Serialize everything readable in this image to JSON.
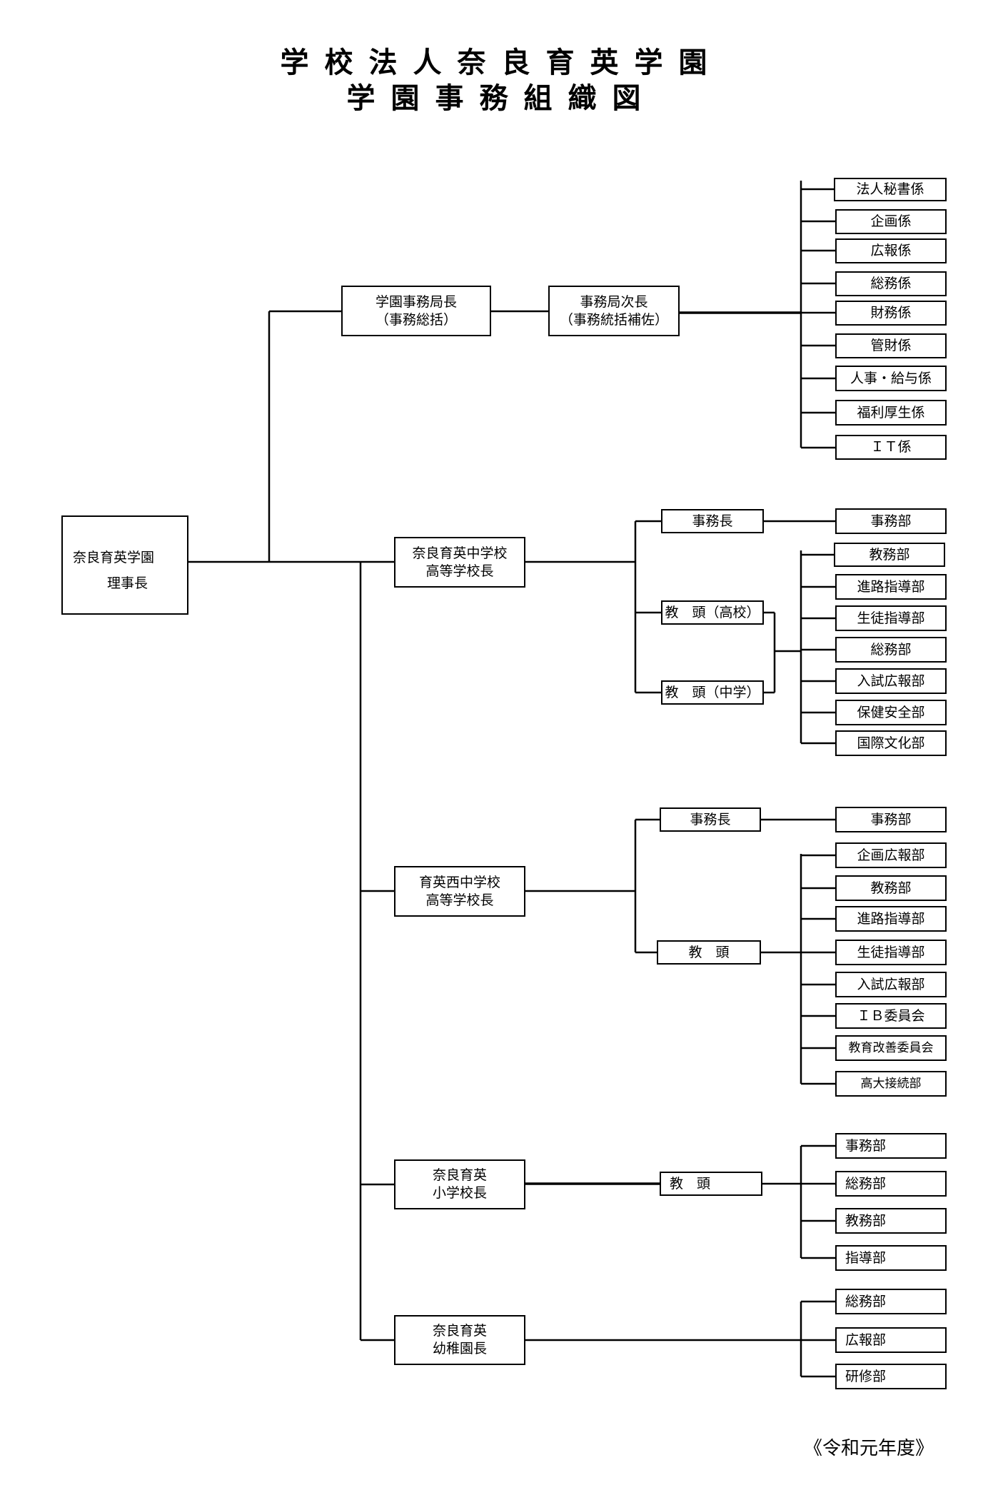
{
  "title": {
    "line1": "学校法人奈良育英学園",
    "line2": "学園事務組織図"
  },
  "chairman": {
    "line1": "奈良育英学園",
    "line2": "理事長"
  },
  "admin_office": {
    "director": {
      "line1": "学園事務局長",
      "line2": "（事務総括）"
    },
    "deputy": {
      "line1": "事務局次長",
      "line2": "（事務統括補佐）"
    },
    "sections": [
      "法人秘書係",
      "企画係",
      "広報係",
      "総務係",
      "財務係",
      "管財係",
      "人事・給与係",
      "福利厚生係",
      "ＩＴ係"
    ]
  },
  "nara_ikuei_jhs": {
    "head": {
      "line1": "奈良育英中学校",
      "line2": "高等学校長"
    },
    "office_chief": "事務長",
    "office_dept": "事務部",
    "vp_high": "教　頭（高校）",
    "vp_middle": "教　頭（中学）",
    "departments": [
      "教務部",
      "進路指導部",
      "生徒指導部",
      "総務部",
      "入試広報部",
      "保健安全部",
      "国際文化部"
    ]
  },
  "ikuei_nishi": {
    "head": {
      "line1": "育英西中学校",
      "line2": "高等学校長"
    },
    "office_chief": "事務長",
    "office_dept": "事務部",
    "vp": "教　頭",
    "departments": [
      "企画広報部",
      "教務部",
      "進路指導部",
      "生徒指導部",
      "入試広報部",
      "ＩＢ委員会",
      "教育改善委員会",
      "高大接続部"
    ]
  },
  "elementary": {
    "head": {
      "line1": "奈良育英",
      "line2": "小学校長"
    },
    "vp": "教　頭",
    "departments": [
      "事務部",
      "総務部",
      "教務部",
      "指導部"
    ]
  },
  "kindergarten": {
    "head": {
      "line1": "奈良育英",
      "line2": "幼稚園長"
    },
    "departments": [
      "総務部",
      "広報部",
      "研修部"
    ]
  },
  "footer": "《令和元年度》"
}
